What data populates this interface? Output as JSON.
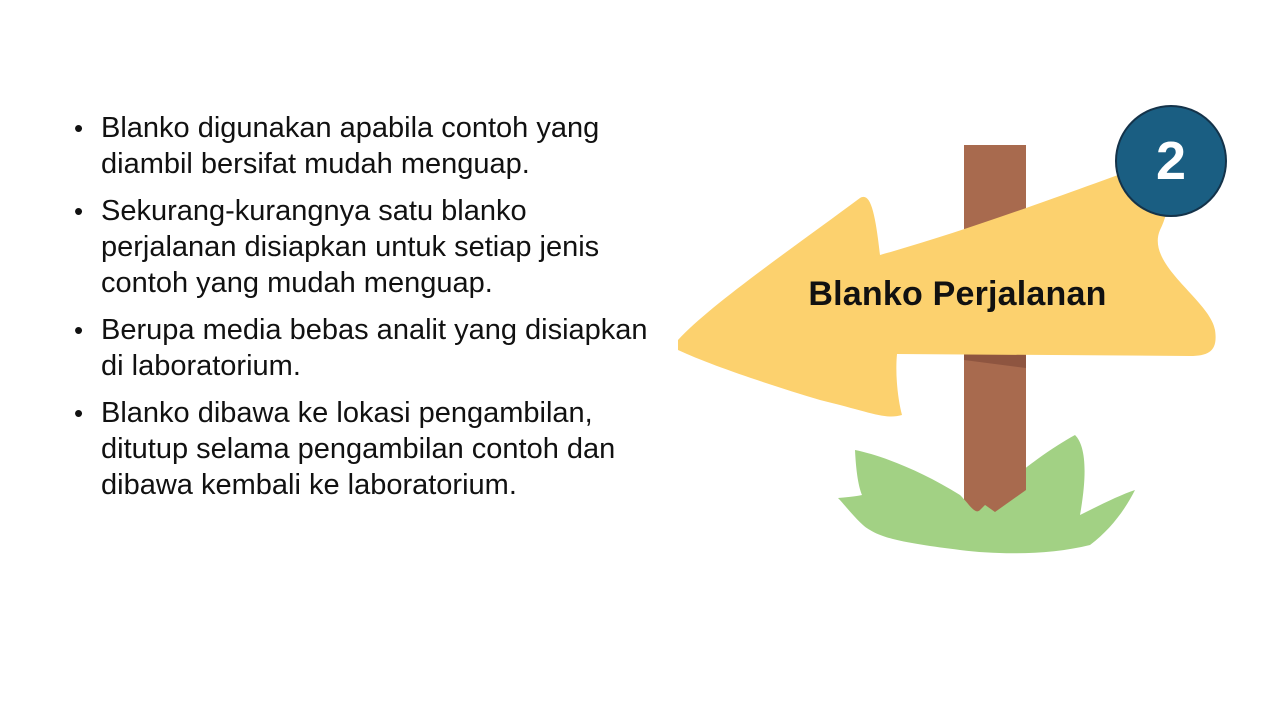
{
  "slide": {
    "bullets": [
      "Blanko digunakan apabila contoh yang diambil bersifat mudah menguap.",
      "Sekurang-kurangnya satu blanko perjalanan disiapkan untuk setiap jenis contoh yang mudah menguap.",
      "Berupa media bebas analit yang disiapkan di laboratorium.",
      "Blanko dibawa ke lokasi pengambilan, ditutup selama pengambilan contoh dan dibawa kembali ke laboratorium."
    ],
    "bullet_glyph": "•",
    "signpost": {
      "label": "Blanko Perjalanan",
      "badge_number": "2",
      "icon": "signpost-arrow-left-icon"
    },
    "colors": {
      "arrow": "#fcd16e",
      "post": "#a86a4e",
      "post_shadow": "#8e5540",
      "grass": "#a2d184",
      "badge": "#1a5e82",
      "badge_border": "#14334a"
    }
  }
}
